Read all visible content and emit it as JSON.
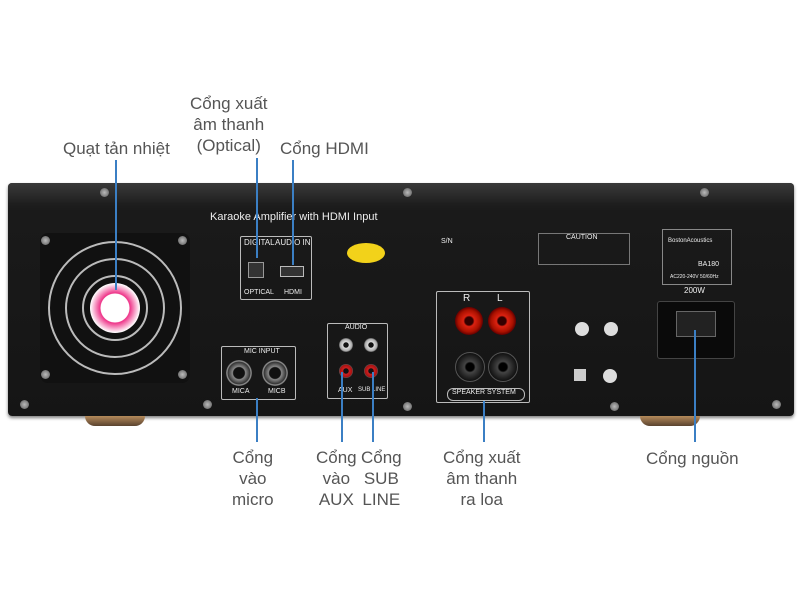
{
  "callouts": {
    "fan": "Quạt tản nhiệt",
    "optical": [
      "Cổng xuất",
      "âm thanh",
      "(Optical)"
    ],
    "hdmi": "Cổng HDMI",
    "mic": [
      "Cổng",
      "vào",
      "micro"
    ],
    "aux": [
      "Cổng",
      "vào",
      "AUX"
    ],
    "sub": [
      "Cổng",
      "SUB",
      "LINE"
    ],
    "speaker": [
      "Cổng xuất",
      "âm thanh",
      "ra loa"
    ],
    "power": "Cổng nguồn"
  },
  "panel": {
    "title": "Karaoke Amplifier with HDMI Input",
    "digital": "DIGITAL",
    "audio_in": "AUDIO IN",
    "optical": "OPTICAL",
    "hdmi": "HDMI",
    "mic_input": "MIC INPUT",
    "mica": "MICA",
    "micb": "MICB",
    "audio": "AUDIO",
    "aux": "AUX",
    "sub_line": "SUB LINE",
    "speaker_system": "SPEAKER SYSTEM",
    "r": "R",
    "l": "L",
    "sn": "S/N",
    "caution": "CAUTION",
    "brand": "BostonAcoustics",
    "model": "BA180",
    "power_rating": "200W",
    "voltage": "AC220-240V 50/60Hz"
  },
  "colors": {
    "line": "#3b7fc4",
    "text": "#555555",
    "chassis": "#1a1a1a"
  }
}
